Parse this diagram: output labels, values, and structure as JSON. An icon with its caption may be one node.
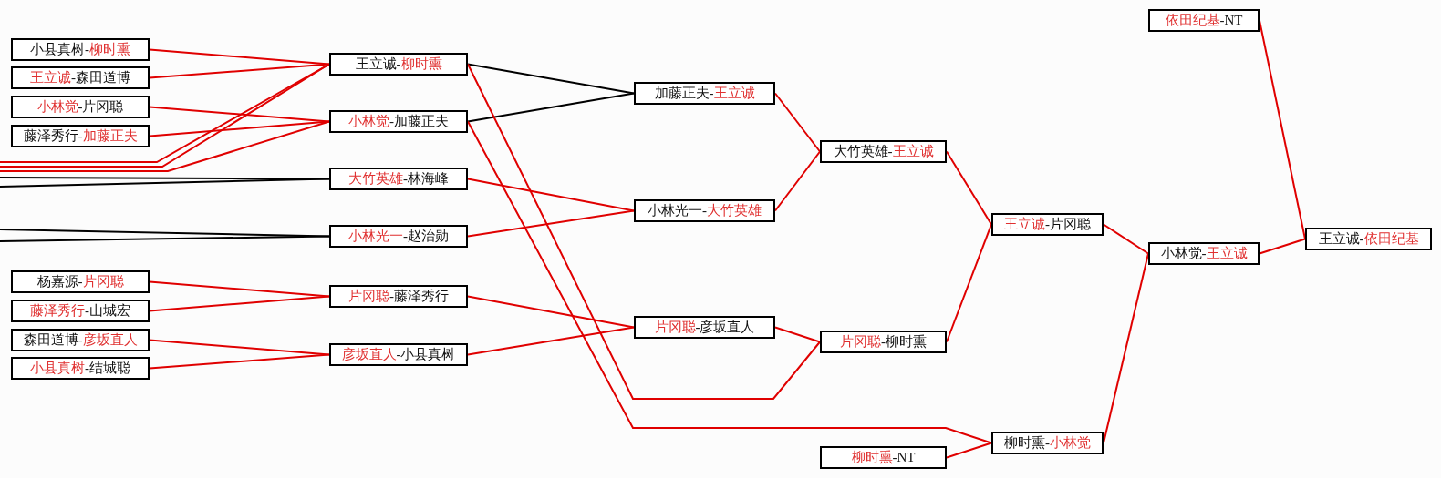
{
  "diagram": {
    "nodes": [
      {
        "text": [
          "小县真树-",
          "柳时熏"
        ]
      },
      {
        "text": [
          "王立诚",
          "-森田道博"
        ]
      },
      {
        "text": [
          "小林觉",
          "-片冈聪"
        ]
      },
      {
        "text": [
          "藤泽秀行-",
          "加藤正夫"
        ]
      },
      {
        "text": [
          "杨嘉源-",
          "片冈聪"
        ]
      },
      {
        "text": [
          "藤泽秀行",
          "-山城宏"
        ]
      },
      {
        "text": [
          "森田道博-",
          "彦坂直人"
        ]
      },
      {
        "text": [
          "小县真树",
          "-结城聪"
        ]
      },
      {
        "text": [
          "王立诚-",
          "柳时熏"
        ]
      },
      {
        "text": [
          "小林觉",
          "-加藤正夫"
        ]
      },
      {
        "text": [
          "大竹英雄",
          "-林海峰"
        ]
      },
      {
        "text": [
          "小林光一",
          "-赵治勋"
        ]
      },
      {
        "text": [
          "片冈聪",
          "-藤泽秀行"
        ]
      },
      {
        "text": [
          "彦坂直人",
          "-小县真树"
        ]
      },
      {
        "text": [
          "加藤正夫-",
          "王立诚"
        ]
      },
      {
        "text": [
          "小林光一-",
          "大竹英雄"
        ]
      },
      {
        "text": [
          "片冈聪",
          "-彦坂直人"
        ]
      },
      {
        "text": [
          "大竹英雄-",
          "王立诚"
        ]
      },
      {
        "text": [
          "片冈聪",
          "-柳时熏"
        ]
      },
      {
        "text": [
          "柳时熏",
          "-NT"
        ]
      },
      {
        "text": [
          "王立诚",
          "-片冈聪"
        ]
      },
      {
        "text": [
          "柳时熏-",
          "小林觉"
        ]
      },
      {
        "text": [
          "依田纪基",
          "-NT"
        ]
      },
      {
        "text": [
          "小林觉-",
          "王立诚"
        ]
      },
      {
        "text": [
          "王立诚-",
          "依田纪基"
        ]
      }
    ],
    "edges": [
      {
        "from": 0,
        "to": 8,
        "arrow": "none"
      },
      {
        "from": 1,
        "to": 8,
        "arrow": "none"
      },
      {
        "from": null,
        "to": 8,
        "arrow": "none"
      },
      {
        "from": null,
        "to": 8,
        "arrow": "none"
      },
      {
        "from": 2,
        "to": 9,
        "arrow": "none"
      },
      {
        "from": 3,
        "to": 9,
        "arrow": "none"
      },
      {
        "from": null,
        "to": 9,
        "arrow": "none"
      },
      {
        "from": null,
        "to": 10,
        "arrow": "none",
        "color": "#000000"
      },
      {
        "from": null,
        "to": 10,
        "arrow": "none",
        "color": "#000000"
      },
      {
        "from": null,
        "to": 11,
        "arrow": "none",
        "color": "#000000"
      },
      {
        "from": null,
        "to": 11,
        "arrow": "none",
        "color": "#000000"
      },
      {
        "from": 4,
        "to": 12,
        "arrow": "none"
      },
      {
        "from": 5,
        "to": 12,
        "arrow": "none"
      },
      {
        "from": 6,
        "to": 13,
        "arrow": "none"
      },
      {
        "from": 7,
        "to": 13,
        "arrow": "none"
      },
      {
        "from": 8,
        "to": 14,
        "arrow": "none",
        "color": "#000000"
      },
      {
        "from": 9,
        "to": 14,
        "arrow": "none",
        "color": "#000000"
      },
      {
        "from": 10,
        "to": 15,
        "arrow": "none"
      },
      {
        "from": 11,
        "to": 15,
        "arrow": "none"
      },
      {
        "from": 12,
        "to": 16,
        "arrow": "none"
      },
      {
        "from": 13,
        "to": 16,
        "arrow": "none"
      },
      {
        "from": 8,
        "to": 18,
        "arrow": "none"
      },
      {
        "from": 9,
        "to": 21,
        "arrow": "none"
      },
      {
        "from": 14,
        "to": 17,
        "arrow": "none"
      },
      {
        "from": 15,
        "to": 17,
        "arrow": "none"
      },
      {
        "from": 16,
        "to": 18,
        "arrow": "none"
      },
      {
        "from": 17,
        "to": 20,
        "arrow": "none"
      },
      {
        "from": 18,
        "to": 20,
        "arrow": "none"
      },
      {
        "from": 19,
        "to": 21,
        "arrow": "none"
      },
      {
        "from": 20,
        "to": 23,
        "arrow": "none"
      },
      {
        "from": 21,
        "to": 23,
        "arrow": "none"
      },
      {
        "from": 22,
        "to": 24,
        "arrow": "none"
      },
      {
        "from": 23,
        "to": 24,
        "arrow": "none"
      }
    ]
  }
}
